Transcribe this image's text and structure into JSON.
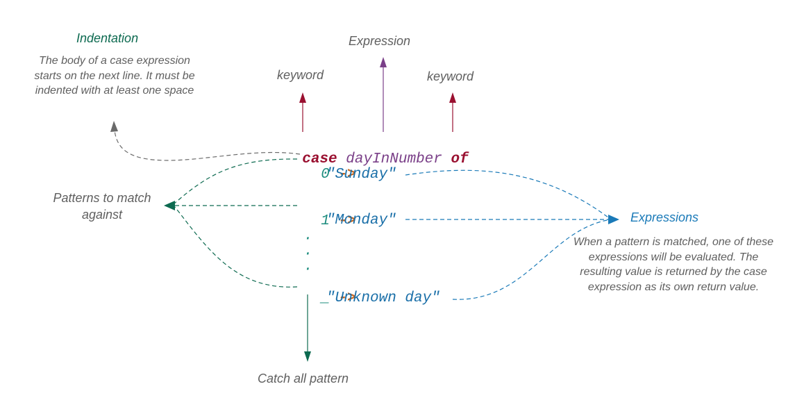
{
  "labels": {
    "indentation_title": "Indentation",
    "indentation_desc": "The body of a case expression starts on the next line. It must be indented with at least one space",
    "expression": "Expression",
    "keyword_left": "keyword",
    "keyword_right": "keyword",
    "patterns": "Patterns to match against",
    "expressions_title": "Expressions",
    "expressions_desc": "When a pattern is matched, one of these expressions will be evaluated. The resulting value is returned by the case expression as its own return value.",
    "catch_all": "Catch all pattern"
  },
  "code": {
    "case_kw": "case",
    "subject": "dayInNumber",
    "of_kw": "of",
    "pattern_0": "0",
    "pattern_1": "1",
    "pattern_wild": "_",
    "arrow": "->",
    "dots": [
      "·",
      "·",
      "·"
    ],
    "result_0": "\"Sunday\"",
    "result_1": "\"Monday\"",
    "result_wild": "\"Unknown day\""
  },
  "colors": {
    "indentation": "#0d6a50",
    "keyword": "#9a1030",
    "expression": "#7a3f88",
    "pattern": "#1c8c7e",
    "arrow": "#c8661e",
    "string": "#1a6fa8",
    "expressions_label": "#1a7ab8",
    "pattern_arrows": "#0d6a50",
    "gray": "#6a6a6a"
  }
}
